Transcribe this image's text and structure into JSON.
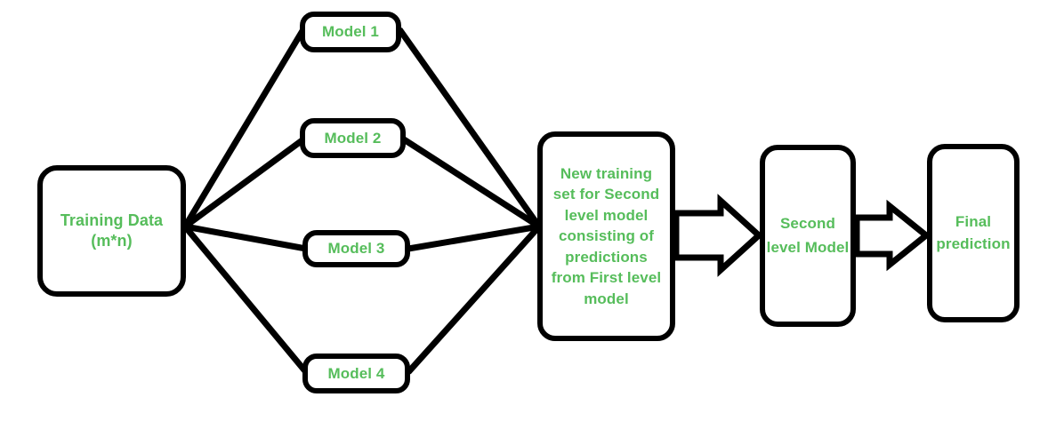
{
  "diagram": {
    "title": "Stacking ensemble: first level models feeding a second level model",
    "colors": {
      "text_green": "#56bd5b",
      "stroke_black": "#000000",
      "background": "#ffffff"
    },
    "nodes": {
      "training_data": {
        "label": "Training Data\n(m*n)",
        "shape": "rounded-rectangle"
      },
      "model_1": {
        "label": "Model 1",
        "shape": "rounded-rectangle"
      },
      "model_2": {
        "label": "Model 2",
        "shape": "rounded-rectangle"
      },
      "model_3": {
        "label": "Model 3",
        "shape": "rounded-rectangle"
      },
      "model_4": {
        "label": "Model 4",
        "shape": "rounded-rectangle"
      },
      "new_training_set": {
        "label": "New training set for Second level model consisting of predictions from First level model",
        "shape": "rounded-rectangle"
      },
      "second_level_model": {
        "label": "Second level Model",
        "shape": "rounded-rectangle"
      },
      "final_prediction": {
        "label": "Final prediction",
        "shape": "rounded-rectangle"
      }
    },
    "edges": [
      {
        "from": "training_data",
        "to": "model_1",
        "style": "plain-line"
      },
      {
        "from": "training_data",
        "to": "model_2",
        "style": "plain-line"
      },
      {
        "from": "training_data",
        "to": "model_3",
        "style": "plain-line"
      },
      {
        "from": "training_data",
        "to": "model_4",
        "style": "plain-line"
      },
      {
        "from": "model_1",
        "to": "new_training_set",
        "style": "plain-line"
      },
      {
        "from": "model_2",
        "to": "new_training_set",
        "style": "plain-line"
      },
      {
        "from": "model_3",
        "to": "new_training_set",
        "style": "plain-line"
      },
      {
        "from": "model_4",
        "to": "new_training_set",
        "style": "plain-line"
      },
      {
        "from": "new_training_set",
        "to": "second_level_model",
        "style": "hollow-block-arrow"
      },
      {
        "from": "second_level_model",
        "to": "final_prediction",
        "style": "hollow-block-arrow"
      }
    ]
  }
}
